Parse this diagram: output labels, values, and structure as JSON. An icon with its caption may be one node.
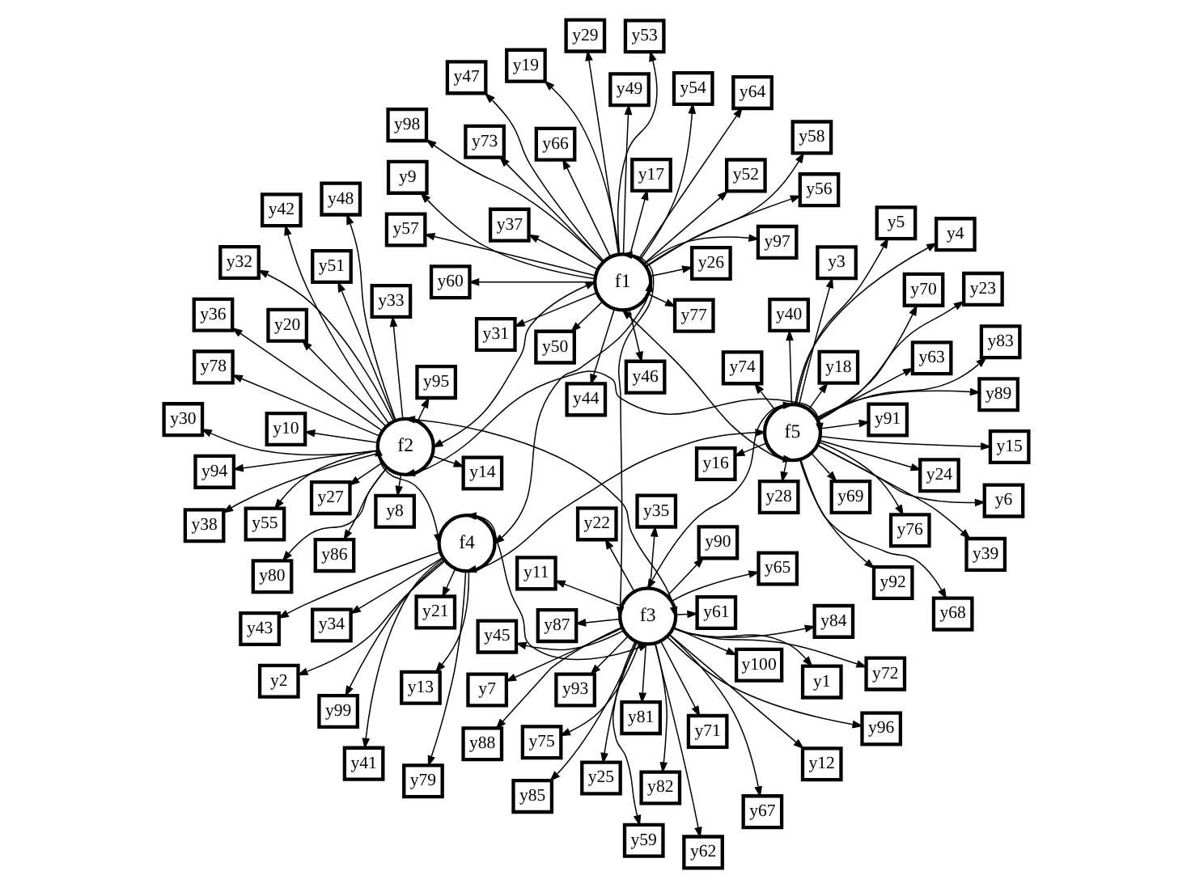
{
  "diagram": {
    "nodes": [
      {
        "text": [
          "y88"
        ]
      },
      {
        "text": [
          "y1"
        ]
      },
      {
        "text": [
          "y59"
        ]
      },
      {
        "text": [
          "y22"
        ]
      },
      {
        "text": [
          "y100"
        ]
      },
      {
        "text": [
          "y93"
        ]
      },
      {
        "text": [
          "y85"
        ]
      },
      {
        "text": [
          "y96"
        ]
      },
      {
        "text": [
          "y25"
        ]
      },
      {
        "text": [
          "y67"
        ]
      },
      {
        "text": [
          "y82"
        ]
      },
      {
        "text": [
          "y7"
        ]
      },
      {
        "text": [
          "y72"
        ]
      },
      {
        "text": [
          "y84"
        ]
      },
      {
        "text": [
          "y90"
        ]
      },
      {
        "text": [
          "y71"
        ]
      },
      {
        "text": [
          "y12"
        ]
      },
      {
        "text": [
          "y11"
        ]
      },
      {
        "text": [
          "y45"
        ]
      },
      {
        "text": [
          "y87"
        ]
      },
      {
        "text": [
          "y81"
        ]
      },
      {
        "text": [
          "y75"
        ]
      },
      {
        "text": [
          "y61"
        ]
      },
      {
        "text": [
          "y65"
        ]
      },
      {
        "text": [
          "y35"
        ]
      },
      {
        "text": [
          "y62"
        ]
      },
      {
        "text": [
          "f3"
        ]
      },
      {
        "text": [
          "y91"
        ]
      },
      {
        "text": [
          "y92"
        ]
      },
      {
        "text": [
          "y39"
        ]
      },
      {
        "text": [
          "y70"
        ]
      },
      {
        "text": [
          "y24"
        ]
      },
      {
        "text": [
          "y69"
        ]
      },
      {
        "text": [
          "y40"
        ]
      },
      {
        "text": [
          "y23"
        ]
      },
      {
        "text": [
          "y76"
        ]
      },
      {
        "text": [
          "y63"
        ]
      },
      {
        "text": [
          "y4"
        ]
      },
      {
        "text": [
          "y74"
        ]
      },
      {
        "text": [
          "y16"
        ]
      },
      {
        "text": [
          "y5"
        ]
      },
      {
        "text": [
          "y3"
        ]
      },
      {
        "text": [
          "y18"
        ]
      },
      {
        "text": [
          "y83"
        ]
      },
      {
        "text": [
          "y15"
        ]
      },
      {
        "text": [
          "y28"
        ]
      },
      {
        "text": [
          "y6"
        ]
      },
      {
        "text": [
          "y68"
        ]
      },
      {
        "text": [
          "y89"
        ]
      },
      {
        "text": [
          "f5"
        ]
      },
      {
        "text": [
          "f1"
        ]
      },
      {
        "text": [
          "y56"
        ]
      },
      {
        "text": [
          "y53"
        ]
      },
      {
        "text": [
          "y29"
        ]
      },
      {
        "text": [
          "y54"
        ]
      },
      {
        "text": [
          "y46"
        ]
      },
      {
        "text": [
          "y31"
        ]
      },
      {
        "text": [
          "y47"
        ]
      },
      {
        "text": [
          "y52"
        ]
      },
      {
        "text": [
          "y98"
        ]
      },
      {
        "text": [
          "y73"
        ]
      },
      {
        "text": [
          "y19"
        ]
      },
      {
        "text": [
          "y60"
        ]
      },
      {
        "text": [
          "y64"
        ]
      },
      {
        "text": [
          "y97"
        ]
      },
      {
        "text": [
          "y37"
        ]
      },
      {
        "text": [
          "y17"
        ]
      },
      {
        "text": [
          "y58"
        ]
      },
      {
        "text": [
          "y77"
        ]
      },
      {
        "text": [
          "y9"
        ]
      },
      {
        "text": [
          "y44"
        ]
      },
      {
        "text": [
          "y49"
        ]
      },
      {
        "text": [
          "y66"
        ]
      },
      {
        "text": [
          "y57"
        ]
      },
      {
        "text": [
          "y50"
        ]
      },
      {
        "text": [
          "y26"
        ]
      },
      {
        "text": [
          "f2"
        ]
      },
      {
        "text": [
          "f4"
        ]
      },
      {
        "text": [
          "y99"
        ]
      },
      {
        "text": [
          "y21"
        ]
      },
      {
        "text": [
          "y2"
        ]
      },
      {
        "text": [
          "y41"
        ]
      },
      {
        "text": [
          "y13"
        ]
      },
      {
        "text": [
          "y79"
        ]
      },
      {
        "text": [
          "y34"
        ]
      },
      {
        "text": [
          "y43"
        ]
      },
      {
        "text": [
          "y20"
        ]
      },
      {
        "text": [
          "y36"
        ]
      },
      {
        "text": [
          "y32"
        ]
      },
      {
        "text": [
          "y80"
        ]
      },
      {
        "text": [
          "y48"
        ]
      },
      {
        "text": [
          "y38"
        ]
      },
      {
        "text": [
          "y33"
        ]
      },
      {
        "text": [
          "y42"
        ]
      },
      {
        "text": [
          "y10"
        ]
      },
      {
        "text": [
          "y86"
        ]
      },
      {
        "text": [
          "y27"
        ]
      },
      {
        "text": [
          "y8"
        ]
      },
      {
        "text": [
          "y14"
        ]
      },
      {
        "text": [
          "y55"
        ]
      },
      {
        "text": [
          "y95"
        ]
      },
      {
        "text": [
          "y51"
        ]
      },
      {
        "text": [
          "y30"
        ]
      },
      {
        "text": [
          "y94"
        ]
      },
      {
        "text": [
          "y78"
        ]
      }
    ],
    "edges": [
      {
        "from": 26,
        "to": 0,
        "arrow": "to"
      },
      {
        "from": 26,
        "to": 1,
        "arrow": "to"
      },
      {
        "from": 26,
        "to": 2,
        "arrow": "to"
      },
      {
        "from": 26,
        "to": 3,
        "arrow": "to"
      },
      {
        "from": 26,
        "to": 4,
        "arrow": "to"
      },
      {
        "from": 26,
        "to": 5,
        "arrow": "to"
      },
      {
        "from": 26,
        "to": 6,
        "arrow": "to"
      },
      {
        "from": 26,
        "to": 7,
        "arrow": "to"
      },
      {
        "from": 26,
        "to": 8,
        "arrow": "to"
      },
      {
        "from": 26,
        "to": 9,
        "arrow": "to"
      },
      {
        "from": 26,
        "to": 10,
        "arrow": "to"
      },
      {
        "from": 26,
        "to": 11,
        "arrow": "to"
      },
      {
        "from": 26,
        "to": 12,
        "arrow": "to"
      },
      {
        "from": 26,
        "to": 13,
        "arrow": "to"
      },
      {
        "from": 26,
        "to": 14,
        "arrow": "to"
      },
      {
        "from": 26,
        "to": 15,
        "arrow": "to"
      },
      {
        "from": 26,
        "to": 16,
        "arrow": "to"
      },
      {
        "from": 26,
        "to": 17,
        "arrow": "to"
      },
      {
        "from": 26,
        "to": 18,
        "arrow": "to"
      },
      {
        "from": 26,
        "to": 19,
        "arrow": "to"
      },
      {
        "from": 26,
        "to": 20,
        "arrow": "to"
      },
      {
        "from": 26,
        "to": 21,
        "arrow": "to"
      },
      {
        "from": 26,
        "to": 22,
        "arrow": "to"
      },
      {
        "from": 26,
        "to": 23,
        "arrow": "to"
      },
      {
        "from": 26,
        "to": 24,
        "arrow": "to"
      },
      {
        "from": 26,
        "to": 25,
        "arrow": "to"
      },
      {
        "from": 49,
        "to": 27,
        "arrow": "to"
      },
      {
        "from": 49,
        "to": 28,
        "arrow": "to"
      },
      {
        "from": 49,
        "to": 29,
        "arrow": "to"
      },
      {
        "from": 49,
        "to": 30,
        "arrow": "to"
      },
      {
        "from": 49,
        "to": 31,
        "arrow": "to"
      },
      {
        "from": 49,
        "to": 32,
        "arrow": "to"
      },
      {
        "from": 49,
        "to": 33,
        "arrow": "to"
      },
      {
        "from": 49,
        "to": 34,
        "arrow": "to"
      },
      {
        "from": 49,
        "to": 35,
        "arrow": "to"
      },
      {
        "from": 49,
        "to": 36,
        "arrow": "to"
      },
      {
        "from": 49,
        "to": 37,
        "arrow": "to"
      },
      {
        "from": 49,
        "to": 38,
        "arrow": "to"
      },
      {
        "from": 49,
        "to": 39,
        "arrow": "to"
      },
      {
        "from": 49,
        "to": 40,
        "arrow": "to"
      },
      {
        "from": 49,
        "to": 41,
        "arrow": "to"
      },
      {
        "from": 49,
        "to": 42,
        "arrow": "to"
      },
      {
        "from": 49,
        "to": 43,
        "arrow": "to"
      },
      {
        "from": 49,
        "to": 44,
        "arrow": "to"
      },
      {
        "from": 49,
        "to": 45,
        "arrow": "to"
      },
      {
        "from": 49,
        "to": 46,
        "arrow": "to"
      },
      {
        "from": 49,
        "to": 47,
        "arrow": "to"
      },
      {
        "from": 49,
        "to": 48,
        "arrow": "to"
      },
      {
        "from": 50,
        "to": 51,
        "arrow": "to"
      },
      {
        "from": 50,
        "to": 52,
        "arrow": "to"
      },
      {
        "from": 50,
        "to": 53,
        "arrow": "to"
      },
      {
        "from": 50,
        "to": 54,
        "arrow": "to"
      },
      {
        "from": 50,
        "to": 55,
        "arrow": "to"
      },
      {
        "from": 50,
        "to": 56,
        "arrow": "to"
      },
      {
        "from": 50,
        "to": 57,
        "arrow": "to"
      },
      {
        "from": 50,
        "to": 58,
        "arrow": "to"
      },
      {
        "from": 50,
        "to": 59,
        "arrow": "to"
      },
      {
        "from": 50,
        "to": 60,
        "arrow": "to"
      },
      {
        "from": 50,
        "to": 61,
        "arrow": "to"
      },
      {
        "from": 50,
        "to": 62,
        "arrow": "to"
      },
      {
        "from": 50,
        "to": 63,
        "arrow": "to"
      },
      {
        "from": 50,
        "to": 64,
        "arrow": "to"
      },
      {
        "from": 50,
        "to": 65,
        "arrow": "to"
      },
      {
        "from": 50,
        "to": 66,
        "arrow": "to"
      },
      {
        "from": 50,
        "to": 67,
        "arrow": "to"
      },
      {
        "from": 50,
        "to": 68,
        "arrow": "to"
      },
      {
        "from": 50,
        "to": 69,
        "arrow": "to"
      },
      {
        "from": 50,
        "to": 70,
        "arrow": "to"
      },
      {
        "from": 50,
        "to": 71,
        "arrow": "to"
      },
      {
        "from": 50,
        "to": 72,
        "arrow": "to"
      },
      {
        "from": 50,
        "to": 73,
        "arrow": "to"
      },
      {
        "from": 50,
        "to": 74,
        "arrow": "to"
      },
      {
        "from": 50,
        "to": 75,
        "arrow": "to"
      },
      {
        "from": 77,
        "to": 78,
        "arrow": "to"
      },
      {
        "from": 77,
        "to": 79,
        "arrow": "to"
      },
      {
        "from": 77,
        "to": 80,
        "arrow": "to"
      },
      {
        "from": 77,
        "to": 81,
        "arrow": "to"
      },
      {
        "from": 77,
        "to": 82,
        "arrow": "to"
      },
      {
        "from": 77,
        "to": 83,
        "arrow": "to"
      },
      {
        "from": 77,
        "to": 84,
        "arrow": "to"
      },
      {
        "from": 77,
        "to": 85,
        "arrow": "to"
      },
      {
        "from": 76,
        "to": 86,
        "arrow": "to"
      },
      {
        "from": 76,
        "to": 87,
        "arrow": "to"
      },
      {
        "from": 76,
        "to": 88,
        "arrow": "to"
      },
      {
        "from": 76,
        "to": 89,
        "arrow": "to"
      },
      {
        "from": 76,
        "to": 90,
        "arrow": "to"
      },
      {
        "from": 76,
        "to": 91,
        "arrow": "to"
      },
      {
        "from": 76,
        "to": 92,
        "arrow": "to"
      },
      {
        "from": 76,
        "to": 93,
        "arrow": "to"
      },
      {
        "from": 76,
        "to": 94,
        "arrow": "to"
      },
      {
        "from": 76,
        "to": 95,
        "arrow": "to"
      },
      {
        "from": 76,
        "to": 96,
        "arrow": "to"
      },
      {
        "from": 76,
        "to": 97,
        "arrow": "to"
      },
      {
        "from": 76,
        "to": 98,
        "arrow": "to"
      },
      {
        "from": 76,
        "to": 99,
        "arrow": "to"
      },
      {
        "from": 76,
        "to": 100,
        "arrow": "to"
      },
      {
        "from": 76,
        "to": 101,
        "arrow": "to"
      },
      {
        "from": 76,
        "to": 102,
        "arrow": "to"
      },
      {
        "from": 76,
        "to": 103,
        "arrow": "to"
      },
      {
        "from": 76,
        "to": 104,
        "arrow": "to"
      },
      {
        "from": 26,
        "to": 49,
        "arrow": "both"
      },
      {
        "from": 26,
        "to": 77,
        "arrow": "both"
      },
      {
        "from": 26,
        "to": 76,
        "arrow": "both"
      },
      {
        "from": 26,
        "to": 50,
        "arrow": "both"
      },
      {
        "from": 49,
        "to": 50,
        "arrow": "both"
      },
      {
        "from": 49,
        "to": 76,
        "arrow": "both"
      },
      {
        "from": 49,
        "to": 77,
        "arrow": "both"
      },
      {
        "from": 50,
        "to": 77,
        "arrow": "both"
      },
      {
        "from": 50,
        "to": 76,
        "arrow": "both"
      },
      {
        "from": 76,
        "to": 77,
        "arrow": "both"
      }
    ]
  }
}
